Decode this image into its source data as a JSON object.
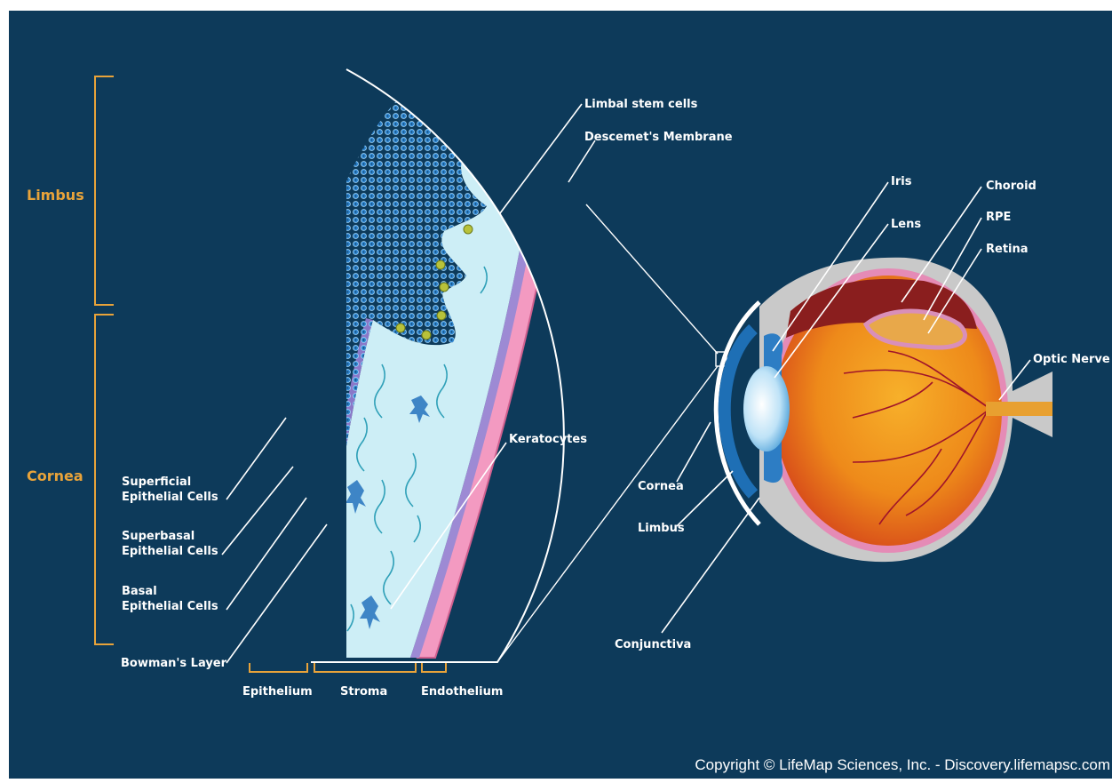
{
  "colors": {
    "background": "#0d3a5a",
    "bracket": "#e8a33a",
    "epithelium": "#3b9be0",
    "stroma": "#c9ecf4",
    "bowman": "#8a78c8",
    "endothelium": "#f088b6",
    "eyeball": "#f0a020"
  },
  "brackets": {
    "limbus": "Limbus",
    "cornea": "Cornea"
  },
  "left_labels": {
    "superficial_1": "Superficial",
    "superficial_2": "Epithelial Cells",
    "superbasal_1": "Superbasal",
    "superbasal_2": "Epithelial Cells",
    "basal_1": "Basal",
    "basal_2": "Epithelial Cells",
    "bowman": "Bowman's Layer"
  },
  "bottom_labels": {
    "epithelium": "Epithelium",
    "stroma": "Stroma",
    "endothelium": "Endothelium"
  },
  "detail_labels": {
    "limbal_stem_cells": "Limbal stem cells",
    "descemet": "Descemet's Membrane",
    "keratocytes": "Keratocytes"
  },
  "eye_labels": {
    "iris": "Iris",
    "lens": "Lens",
    "choroid": "Choroid",
    "rpe": "RPE",
    "retina": "Retina",
    "optic_nerve": "Optic Nerve",
    "cornea": "Cornea",
    "limbus": "Limbus",
    "conjunctiva": "Conjunctiva"
  },
  "copyright": "Copyright © LifeMap Sciences, Inc. - Discovery.lifemapsc.com"
}
